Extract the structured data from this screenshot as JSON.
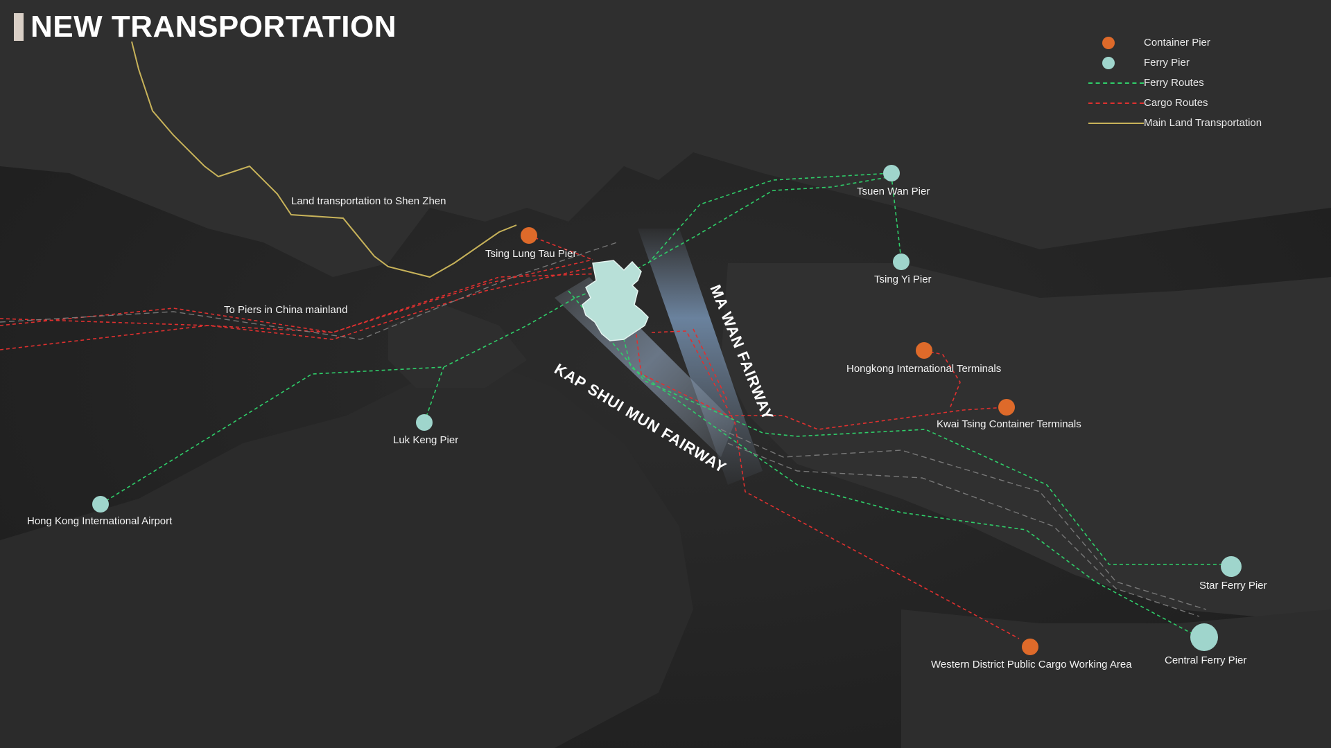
{
  "title": "NEW TRANSPORTATION",
  "colors": {
    "container_pier": "#de6a2a",
    "ferry_pier": "#9fd5cc",
    "ferry_route": "#2fcf6a",
    "cargo_route": "#e0302f",
    "land_route": "#c8b35a",
    "background": "#262626"
  },
  "legend": {
    "container_pier": "Container Pier",
    "ferry_pier": "Ferry Pier",
    "ferry_routes": "Ferry Routes",
    "cargo_routes": "Cargo Routes",
    "main_land": "Main Land Transportation"
  },
  "labels": {
    "land_shenzhen": "Land transportation to Shen Zhen",
    "to_china": "To Piers in China mainland",
    "ma_wan": "MA WAN FAIRWAY",
    "kap_shui_mun": "KAP SHUI MUN FAIRWAY"
  },
  "piers": {
    "tsing_lung_tau": "Tsing Lung Tau Pier",
    "tsuen_wan": "Tsuen Wan Pier",
    "tsing_yi": "Tsing Yi Pier",
    "hk_terminals": "Hongkong International Terminals",
    "kwai_tsing": "Kwai Tsing Container Terminals",
    "luk_keng": "Luk Keng Pier",
    "airport": "Hong Kong International Airport",
    "star_ferry": "Star Ferry Pier",
    "central_ferry": "Central Ferry Pier",
    "western_district": "Western District Public Cargo Working Area"
  }
}
